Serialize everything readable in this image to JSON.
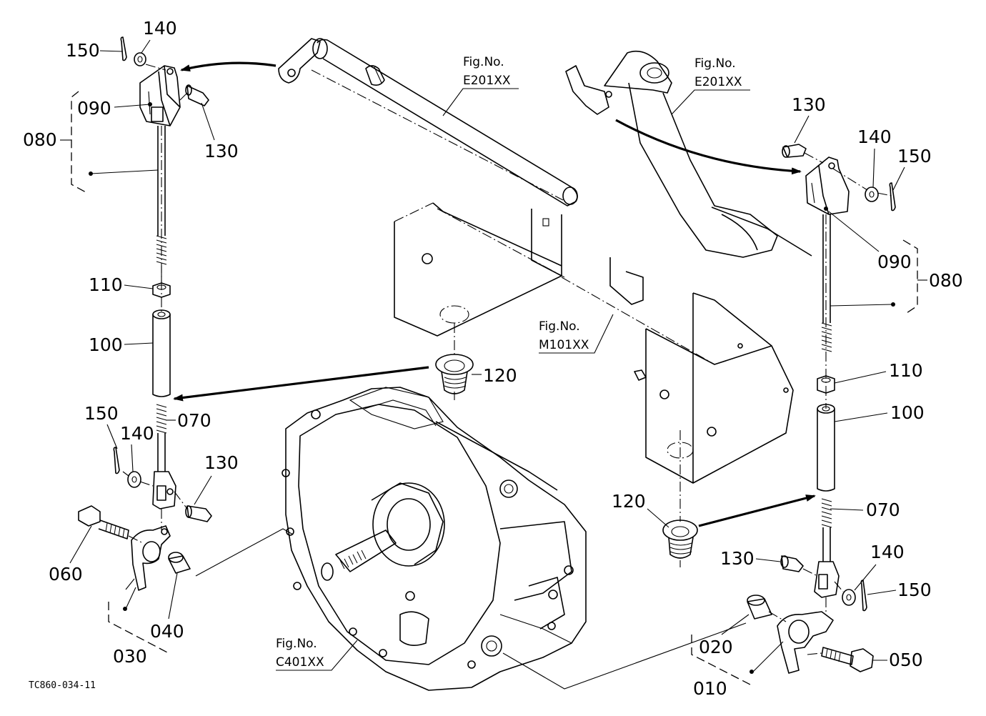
{
  "labels": {
    "p010": "010",
    "p020": "020",
    "p030": "030",
    "p040": "040",
    "p050": "050",
    "p060": "060",
    "p070": "070",
    "p080": "080",
    "p090": "090",
    "p100": "100",
    "p110": "110",
    "p120": "120",
    "p130": "130",
    "p140": "140",
    "p150": "150"
  },
  "fig_refs": {
    "heading": "Fig.No.",
    "e201": "E201XX",
    "m101": "M101XX",
    "c401": "C401XX"
  },
  "drawing_code": "TC860-034-11"
}
